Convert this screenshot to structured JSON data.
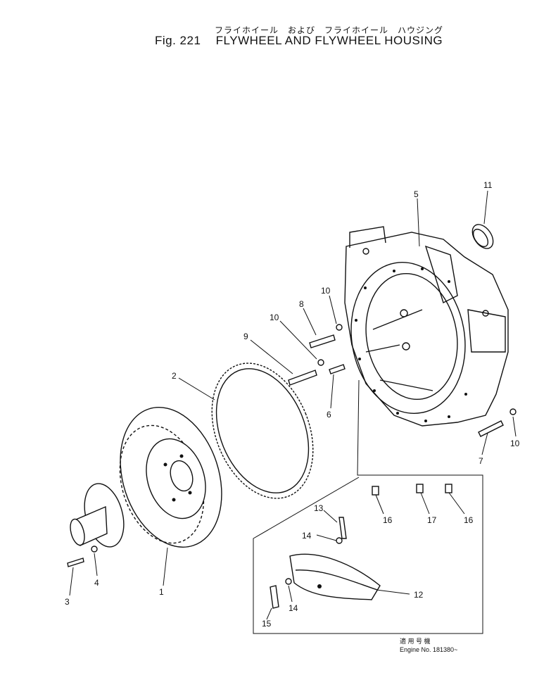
{
  "title": {
    "jp": "フライホイール　および　フライホイール　ハウジング",
    "fig_label": "Fig. 221",
    "en": "FLYWHEEL AND FLYWHEEL HOUSING"
  },
  "callouts": {
    "c1": "1",
    "c2": "2",
    "c3": "3",
    "c4": "4",
    "c5": "5",
    "c6": "6",
    "c7": "7",
    "c8": "8",
    "c9": "9",
    "c10a": "10",
    "c10b": "10",
    "c10c": "10",
    "c11": "11",
    "c12": "12",
    "c13": "13",
    "c14a": "14",
    "c14b": "14",
    "c15": "15",
    "c16a": "16",
    "c16b": "16",
    "c17": "17"
  },
  "note": {
    "jp": "適 用 号 機",
    "engine": "Engine No. 181380~"
  }
}
